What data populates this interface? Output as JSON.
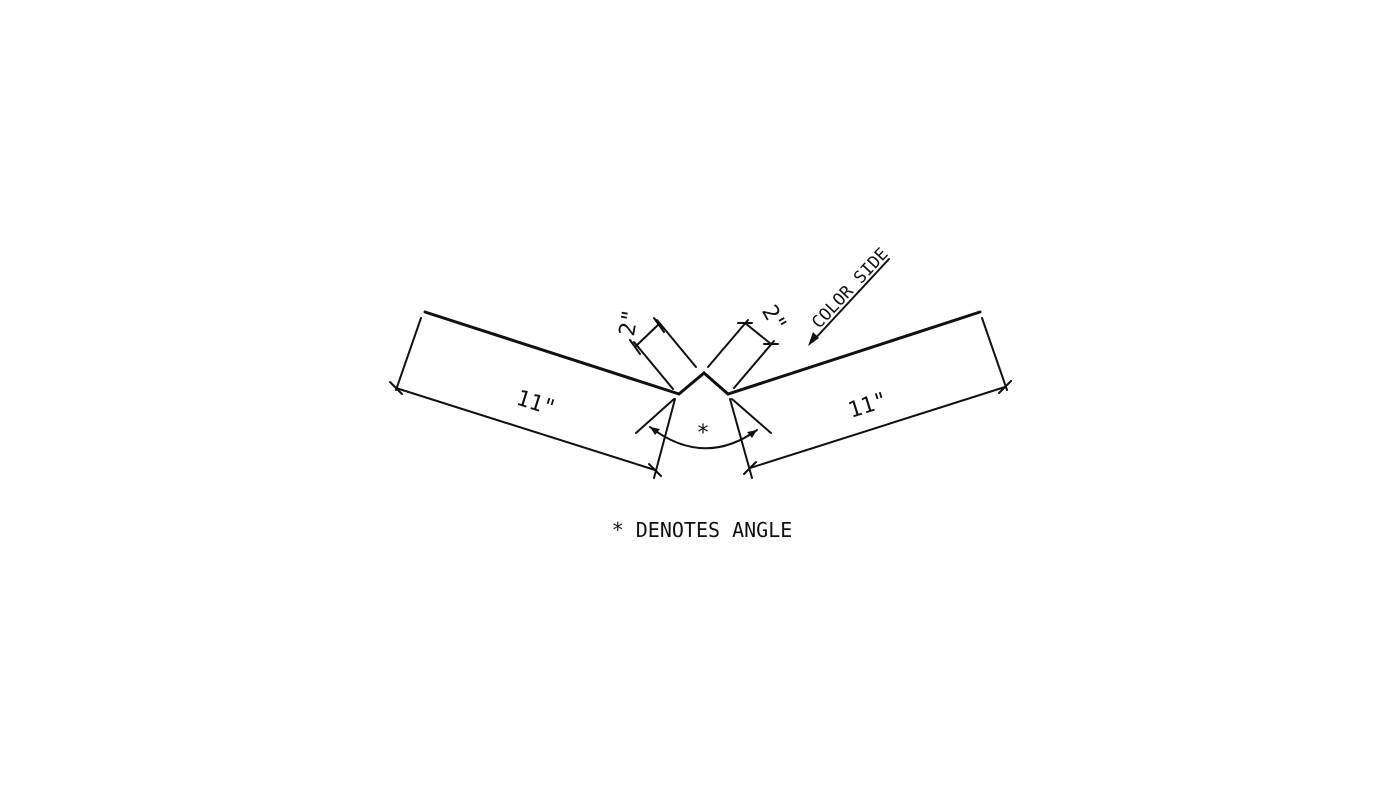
{
  "drawing": {
    "color_side_label": "COLOR SIDE",
    "left_leg_length": "11\"",
    "right_leg_length": "11\"",
    "left_flange_length": "2\"",
    "right_flange_length": "2\"",
    "angle_marker": "*",
    "note": "* DENOTES ANGLE",
    "line_color": "#111111"
  }
}
